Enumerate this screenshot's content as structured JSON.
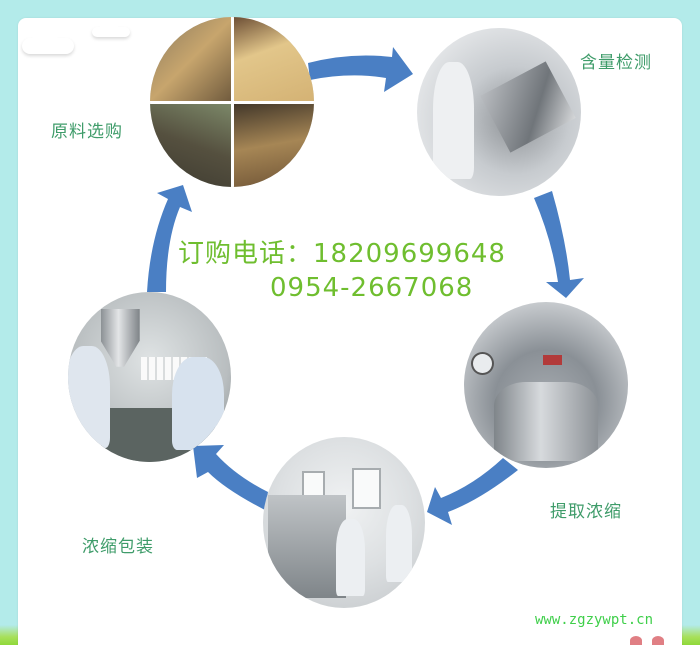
{
  "diagram": {
    "type": "process-cycle",
    "stages": [
      {
        "id": "raw-material",
        "label": "原料选购",
        "icon": "market-photo"
      },
      {
        "id": "content-testing",
        "label": "含量检测",
        "icon": "lab-machine-photo"
      },
      {
        "id": "extraction",
        "label": "提取浓缩",
        "icon": "extraction-tank-photo"
      },
      {
        "id": "cleanroom",
        "label": "",
        "icon": "cleanroom-photo"
      },
      {
        "id": "packaging",
        "label": "浓缩包装",
        "icon": "packaging-line-photo"
      }
    ],
    "flow": [
      "raw-material",
      "content-testing",
      "extraction",
      "cleanroom",
      "packaging",
      "raw-material"
    ],
    "arrow_color": "#4a7fc4"
  },
  "contact": {
    "line1": "订购电话：18209699648",
    "line2": "0954-2667068",
    "color": "#6fbe2f"
  },
  "watermark": {
    "url": "www.zgzywpt.cn"
  },
  "colors": {
    "background": "#b3ebea",
    "card": "#ffffff",
    "stage_label": "#3f9c6a",
    "watermark": "#3fcf4a"
  }
}
